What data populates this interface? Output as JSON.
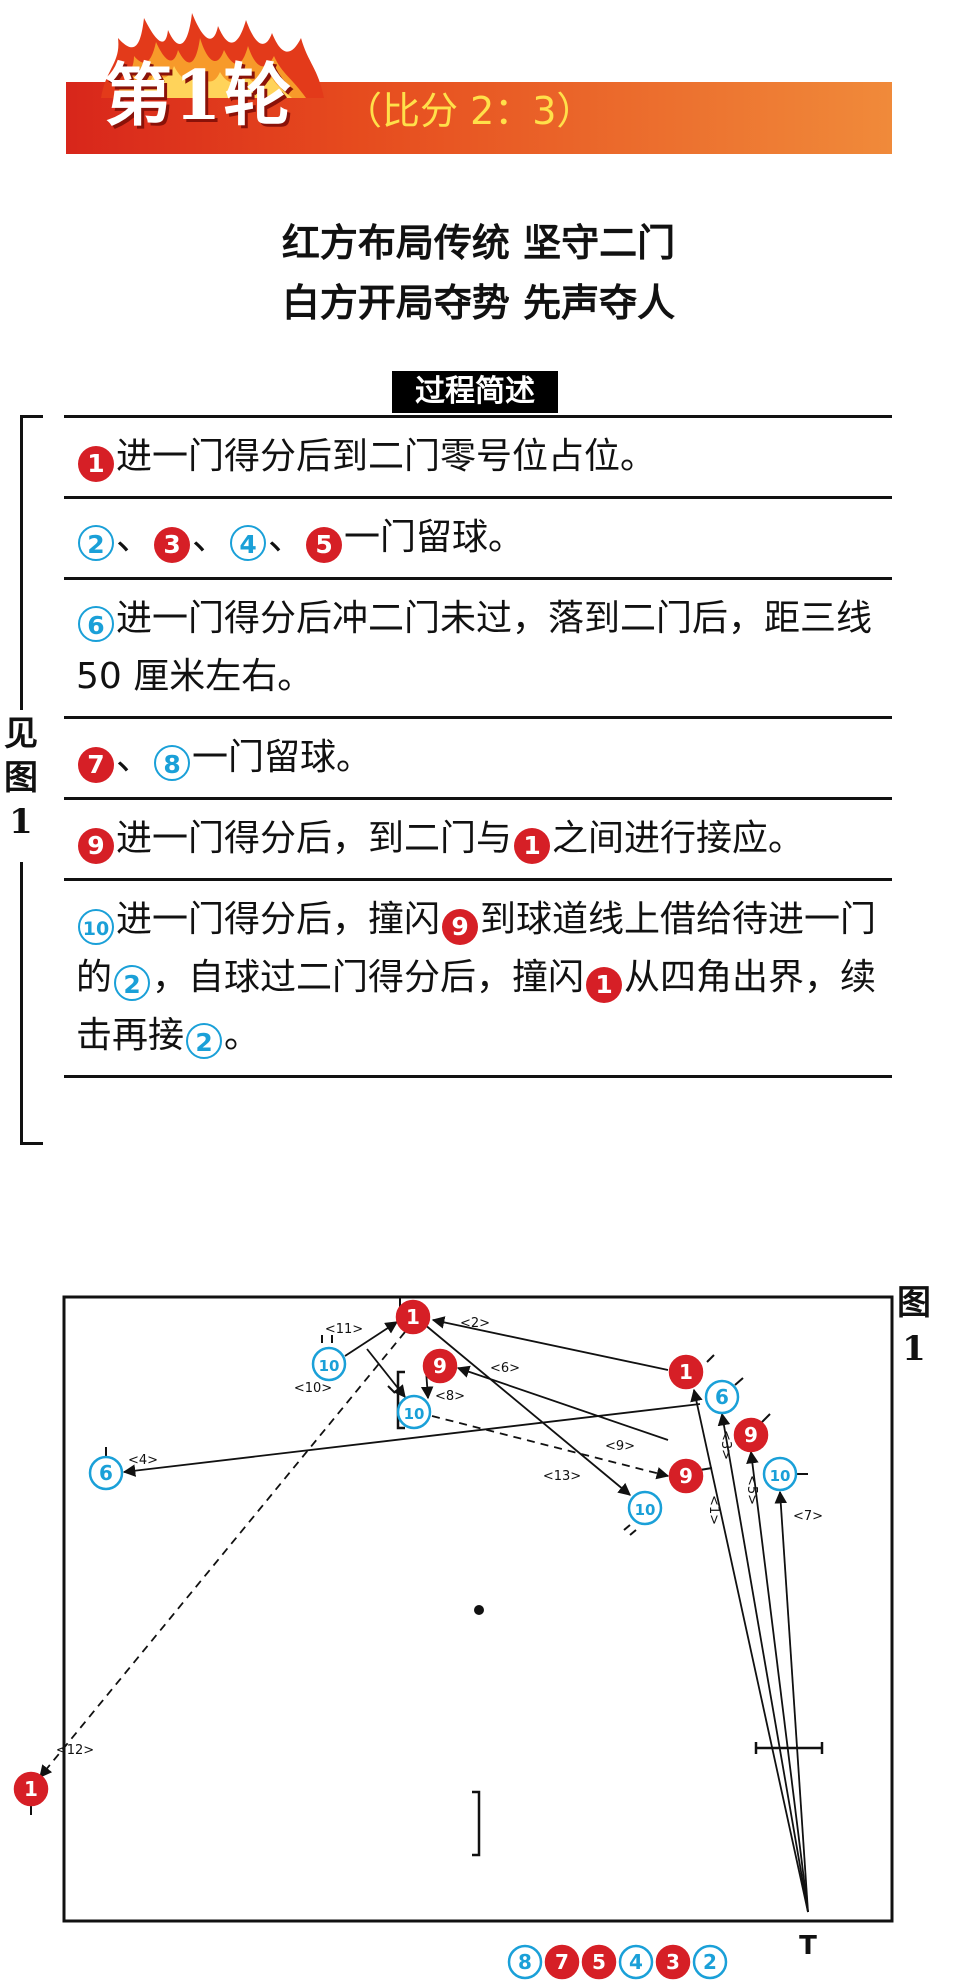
{
  "header": {
    "round_title": "第1轮",
    "score": "（比分 2：3）"
  },
  "subtitle": {
    "line1": "红方布局传统  坚守二门",
    "line2": "白方开局夺势  先声夺人"
  },
  "process": {
    "label": "过程简述",
    "see_figure": [
      "见",
      "图",
      "1"
    ],
    "steps": [
      [
        {
          "ball": "1",
          "team": "red"
        },
        {
          "text": "进一门得分后到二门零号位占位。"
        }
      ],
      [
        {
          "ball": "2",
          "team": "blue"
        },
        {
          "text": "、"
        },
        {
          "ball": "3",
          "team": "red"
        },
        {
          "text": "、"
        },
        {
          "ball": "4",
          "team": "blue"
        },
        {
          "text": "、"
        },
        {
          "ball": "5",
          "team": "red"
        },
        {
          "text": "一门留球。"
        }
      ],
      [
        {
          "ball": "6",
          "team": "blue"
        },
        {
          "text": "进一门得分后冲二门未过，落到二门后，距三线 50 厘米左右。"
        }
      ],
      [
        {
          "ball": "7",
          "team": "red"
        },
        {
          "text": "、"
        },
        {
          "ball": "8",
          "team": "blue"
        },
        {
          "text": "一门留球。"
        }
      ],
      [
        {
          "ball": "9",
          "team": "red"
        },
        {
          "text": "进一门得分后，到二门与"
        },
        {
          "ball": "1",
          "team": "red"
        },
        {
          "text": "之间进行接应。"
        }
      ],
      [
        {
          "ball": "10",
          "team": "blue"
        },
        {
          "text": "进一门得分后，撞闪"
        },
        {
          "ball": "9",
          "team": "red"
        },
        {
          "text": "到球道线上借给待进一门的"
        },
        {
          "ball": "2",
          "team": "blue"
        },
        {
          "text": "，自球过二门得分后，撞闪"
        },
        {
          "ball": "1",
          "team": "red"
        },
        {
          "text": "从四角出界，续击再接"
        },
        {
          "ball": "2",
          "team": "blue"
        },
        {
          "text": "。"
        }
      ]
    ]
  },
  "figure": {
    "label": [
      "图",
      "1"
    ],
    "tee_label": "T",
    "colors": {
      "red": "#d61f26",
      "blue": "#1aa0d8"
    },
    "balls": [
      {
        "num": "1",
        "team": "red"
      },
      {
        "num": "1",
        "team": "red"
      },
      {
        "num": "1",
        "team": "red"
      },
      {
        "num": "9",
        "team": "red"
      },
      {
        "num": "9",
        "team": "red"
      },
      {
        "num": "9",
        "team": "red"
      },
      {
        "num": "10",
        "team": "blue"
      },
      {
        "num": "10",
        "team": "blue"
      },
      {
        "num": "10",
        "team": "blue"
      },
      {
        "num": "10",
        "team": "blue"
      },
      {
        "num": "6",
        "team": "blue"
      },
      {
        "num": "6",
        "team": "blue"
      }
    ],
    "routes": [
      "<1>",
      "<2>",
      "<3>",
      "<4>",
      "<5>",
      "<6>",
      "<7>",
      "<8>",
      "<9>",
      "<10>",
      "<11>",
      "<12>",
      "<13>"
    ],
    "bottom_balls": [
      {
        "num": "8",
        "team": "blue"
      },
      {
        "num": "7",
        "team": "red"
      },
      {
        "num": "5",
        "team": "red"
      },
      {
        "num": "4",
        "team": "blue"
      },
      {
        "num": "3",
        "team": "red"
      },
      {
        "num": "2",
        "team": "blue"
      }
    ]
  }
}
